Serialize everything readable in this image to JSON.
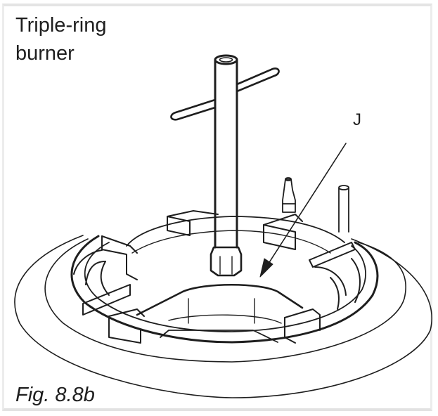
{
  "figure": {
    "title_line1": "Triple-ring",
    "title_line2": "burner",
    "caption": "Fig. 8.8b",
    "callout_label": "J",
    "parts": [
      "tee-handle-box-spanner",
      "triple-ring-burner-cap",
      "pan-support-lugs",
      "ignition-electrode",
      "thermocouple-probe",
      "hob-surround"
    ],
    "colors": {
      "line": "#1e1e1e",
      "background": "#ffffff",
      "frame": "#e4e4e4"
    }
  }
}
